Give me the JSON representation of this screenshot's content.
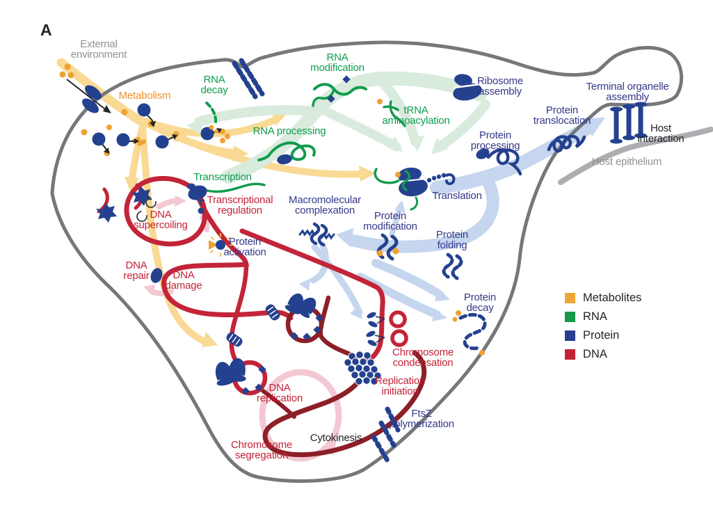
{
  "panel_label": "A",
  "legend": {
    "items": [
      {
        "label": "Metabolites",
        "color": "#EBA733"
      },
      {
        "label": "RNA",
        "color": "#17994B"
      },
      {
        "label": "Protein",
        "color": "#2A3F8F"
      },
      {
        "label": "DNA",
        "color": "#C22335"
      }
    ]
  },
  "labels": {
    "external_environment": {
      "text": "External\nenvironment"
    },
    "metabolism": {
      "text": "Metabolism"
    },
    "rna_decay": {
      "text": "RNA\ndecay"
    },
    "rna_modification": {
      "text": "RNA\nmodification"
    },
    "trna_aminoacylation": {
      "text": "tRNA\naminoacylation"
    },
    "rna_processing": {
      "text": "RNA processing"
    },
    "ribosome_assembly": {
      "text": "Ribosome\nassembly"
    },
    "protein_translocation": {
      "text": "Protein\ntranslocation"
    },
    "terminal_organelle_assembly": {
      "text": "Terminal organelle\nassembly"
    },
    "host_interaction": {
      "text": "Host\ninteraction"
    },
    "host_epithelium": {
      "text": "Host epithelium"
    },
    "protein_processing": {
      "text": "Protein\nprocessing"
    },
    "transcription": {
      "text": "Transcription"
    },
    "transcriptional_regulation": {
      "text": "Transcriptional\nregulation"
    },
    "dna_supercoiling": {
      "text": "DNA\nsupercoiling"
    },
    "protein_activation": {
      "text": "Protein\nactivation"
    },
    "dna_repair": {
      "text": "DNA\nrepair"
    },
    "dna_damage": {
      "text": "DNA\ndamage"
    },
    "macromolecular_complexation": {
      "text": "Macromolecular\ncomplexation"
    },
    "protein_modification": {
      "text": "Protein\nmodification"
    },
    "translation": {
      "text": "Translation"
    },
    "protein_folding": {
      "text": "Protein\nfolding"
    },
    "protein_decay": {
      "text": "Protein\ndecay"
    },
    "chromosome_condensation": {
      "text": "Chromosome\ncondensation"
    },
    "replication_initiation": {
      "text": "Replication\ninitiation"
    },
    "dna_replication": {
      "text": "DNA\nreplication"
    },
    "chromosome_segregation": {
      "text": "Chromosome\nsegregation"
    },
    "cytokinesis": {
      "text": "Cytokinesis"
    },
    "ftsz_polymerization": {
      "text": "FtsZ\npolymerization"
    }
  },
  "colors": {
    "membrane": "#76777A",
    "host_epithelium": "#ADAEB1",
    "metabolite_orange": "#EFA233",
    "metabolite_flow_arrow": "#F9D994",
    "rna_green": "#129C4D",
    "rna_flow_arrow": "#D8EBDD",
    "protein_navy": "#24418F",
    "protein_flow_arrow": "#C5D6EE",
    "dna_red": "#C32438",
    "dna_dark_red": "#8C1F27",
    "dna_flow_arrow_pink": "#F3C8D3",
    "label_gray": "#8F9194",
    "label_navy": "#35388A",
    "label_red": "#C52237",
    "label_green": "#0D9C4E",
    "label_orange": "#F0912C",
    "text_black": "#232427"
  }
}
